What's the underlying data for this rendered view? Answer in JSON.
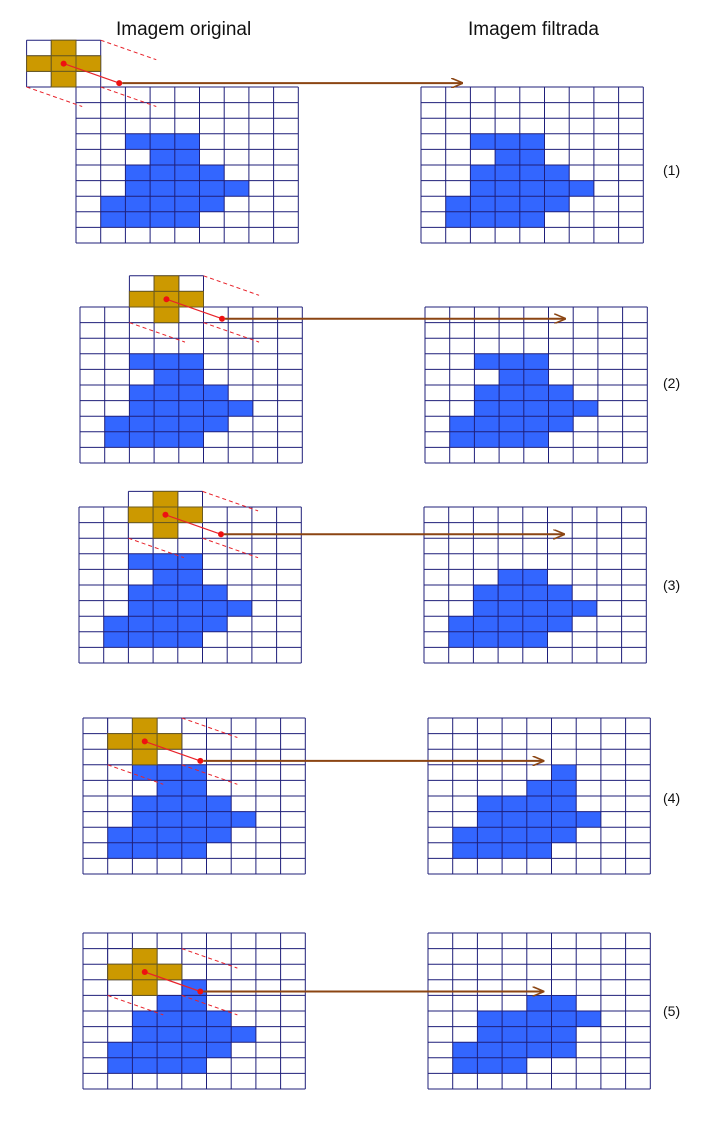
{
  "titles": {
    "original": "Imagem original",
    "filtered": "Imagem filtrada"
  },
  "colors": {
    "grid_line": "#1f1f7a",
    "shape_fill": "#3366ff",
    "kernel_fill": "#cc9900",
    "kernel_line": "#6b5a1e",
    "guide_line": "#e8232b",
    "center_dot": "#ee1111",
    "arrow": "#8b4513",
    "background_cell": "#ffffff"
  },
  "grid": {
    "cols": 9,
    "rows": 10
  },
  "original_shape": [
    [
      2,
      3
    ],
    [
      3,
      3
    ],
    [
      4,
      3
    ],
    [
      3,
      4
    ],
    [
      4,
      4
    ],
    [
      2,
      5
    ],
    [
      3,
      5
    ],
    [
      4,
      5
    ],
    [
      5,
      5
    ],
    [
      2,
      6
    ],
    [
      3,
      6
    ],
    [
      4,
      6
    ],
    [
      5,
      6
    ],
    [
      6,
      6
    ],
    [
      1,
      7
    ],
    [
      2,
      7
    ],
    [
      3,
      7
    ],
    [
      4,
      7
    ],
    [
      5,
      7
    ],
    [
      1,
      8
    ],
    [
      2,
      8
    ],
    [
      3,
      8
    ],
    [
      4,
      8
    ]
  ],
  "kernel": {
    "shape": "cross",
    "cells": [
      [
        0,
        -1
      ],
      [
        -1,
        0
      ],
      [
        0,
        0
      ],
      [
        1,
        0
      ],
      [
        0,
        1
      ]
    ]
  },
  "steps": [
    {
      "label": "(1)",
      "kernel_center": [
        -1,
        -2
      ],
      "filtered_shape": [
        [
          2,
          3
        ],
        [
          3,
          3
        ],
        [
          4,
          3
        ],
        [
          3,
          4
        ],
        [
          4,
          4
        ],
        [
          2,
          5
        ],
        [
          3,
          5
        ],
        [
          4,
          5
        ],
        [
          5,
          5
        ],
        [
          2,
          6
        ],
        [
          3,
          6
        ],
        [
          4,
          6
        ],
        [
          5,
          6
        ],
        [
          6,
          6
        ],
        [
          1,
          7
        ],
        [
          2,
          7
        ],
        [
          3,
          7
        ],
        [
          4,
          7
        ],
        [
          5,
          7
        ],
        [
          1,
          8
        ],
        [
          2,
          8
        ],
        [
          3,
          8
        ],
        [
          4,
          8
        ]
      ],
      "blank_cells": []
    },
    {
      "label": "(2)",
      "kernel_center": [
        3,
        -1
      ],
      "filtered_shape": [
        [
          2,
          3
        ],
        [
          3,
          3
        ],
        [
          4,
          3
        ],
        [
          3,
          4
        ],
        [
          4,
          4
        ],
        [
          2,
          5
        ],
        [
          3,
          5
        ],
        [
          4,
          5
        ],
        [
          5,
          5
        ],
        [
          2,
          6
        ],
        [
          3,
          6
        ],
        [
          4,
          6
        ],
        [
          5,
          6
        ],
        [
          6,
          6
        ],
        [
          1,
          7
        ],
        [
          2,
          7
        ],
        [
          3,
          7
        ],
        [
          4,
          7
        ],
        [
          5,
          7
        ],
        [
          1,
          8
        ],
        [
          2,
          8
        ],
        [
          3,
          8
        ],
        [
          4,
          8
        ]
      ],
      "blank_cells": []
    },
    {
      "label": "(3)",
      "kernel_center": [
        3,
        0
      ],
      "filtered_shape": [
        [
          3,
          4
        ],
        [
          4,
          4
        ],
        [
          2,
          5
        ],
        [
          3,
          5
        ],
        [
          4,
          5
        ],
        [
          5,
          5
        ],
        [
          2,
          6
        ],
        [
          3,
          6
        ],
        [
          4,
          6
        ],
        [
          5,
          6
        ],
        [
          6,
          6
        ],
        [
          1,
          7
        ],
        [
          2,
          7
        ],
        [
          3,
          7
        ],
        [
          4,
          7
        ],
        [
          5,
          7
        ],
        [
          1,
          8
        ],
        [
          2,
          8
        ],
        [
          3,
          8
        ],
        [
          4,
          8
        ]
      ],
      "blank_cells": []
    },
    {
      "label": "(4)",
      "kernel_center": [
        2,
        1
      ],
      "filtered_shape": [
        [
          5,
          3
        ],
        [
          4,
          4
        ],
        [
          5,
          4
        ],
        [
          2,
          5
        ],
        [
          3,
          5
        ],
        [
          4,
          5
        ],
        [
          5,
          5
        ],
        [
          2,
          6
        ],
        [
          3,
          6
        ],
        [
          4,
          6
        ],
        [
          5,
          6
        ],
        [
          6,
          6
        ],
        [
          1,
          7
        ],
        [
          2,
          7
        ],
        [
          3,
          7
        ],
        [
          4,
          7
        ],
        [
          5,
          7
        ],
        [
          1,
          8
        ],
        [
          2,
          8
        ],
        [
          3,
          8
        ],
        [
          4,
          8
        ]
      ],
      "blank_cells": [
        [
          4,
          2
        ],
        [
          5,
          2
        ]
      ]
    },
    {
      "label": "(5)",
      "kernel_center": [
        2,
        2
      ],
      "filtered_shape": [
        [
          4,
          4
        ],
        [
          5,
          4
        ],
        [
          2,
          5
        ],
        [
          3,
          5
        ],
        [
          4,
          5
        ],
        [
          5,
          5
        ],
        [
          6,
          5
        ],
        [
          2,
          6
        ],
        [
          3,
          6
        ],
        [
          4,
          6
        ],
        [
          5,
          6
        ],
        [
          1,
          7
        ],
        [
          2,
          7
        ],
        [
          3,
          7
        ],
        [
          4,
          7
        ],
        [
          5,
          7
        ],
        [
          1,
          8
        ],
        [
          2,
          8
        ],
        [
          3,
          8
        ]
      ],
      "blank_cells": [
        [
          4,
          3
        ],
        [
          5,
          3
        ]
      ]
    }
  ]
}
